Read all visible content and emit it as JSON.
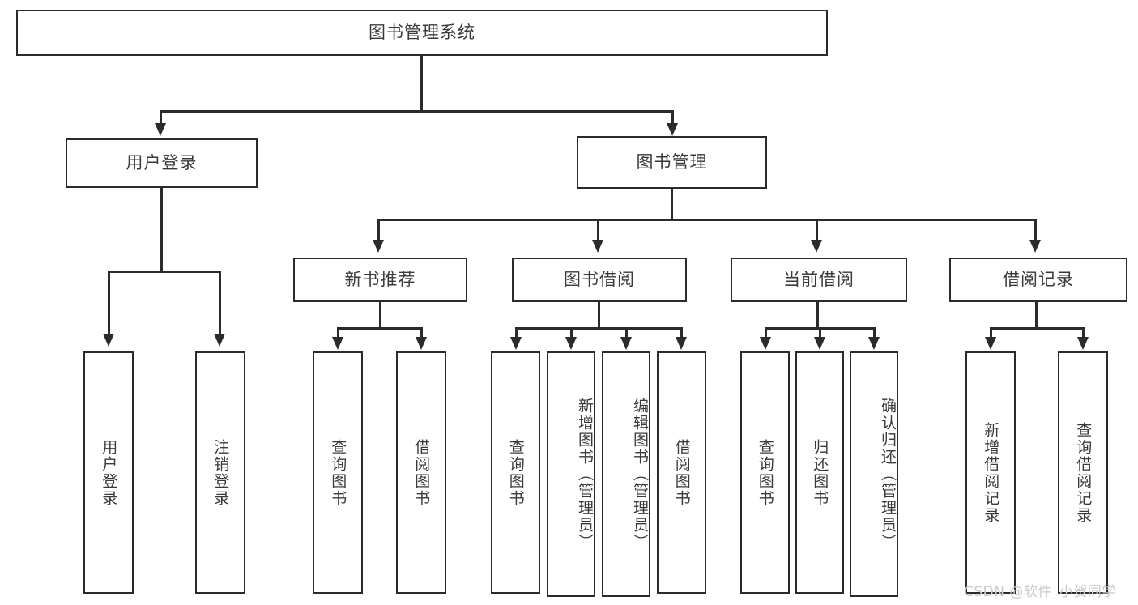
{
  "diagram": {
    "type": "tree-hierarchy-diagram",
    "title_node": {
      "label": "图书管理系统",
      "orientation": "horizontal"
    },
    "level1": [
      {
        "label": "用户登录",
        "orientation": "horizontal"
      },
      {
        "label": "图书管理",
        "orientation": "horizontal"
      }
    ],
    "level2": [
      {
        "label": "新书推荐",
        "orientation": "horizontal"
      },
      {
        "label": "图书借阅",
        "orientation": "horizontal"
      },
      {
        "label": "当前借阅",
        "orientation": "horizontal"
      },
      {
        "label": "借阅记录",
        "orientation": "horizontal"
      }
    ],
    "leaves": {
      "user_login": [
        {
          "label": "用户登录",
          "orientation": "vertical"
        },
        {
          "label": "注销登录",
          "orientation": "vertical"
        }
      ],
      "new_book_recommend": [
        {
          "label": "查询图书",
          "orientation": "vertical"
        },
        {
          "label": "借阅图书",
          "orientation": "vertical"
        }
      ],
      "book_borrow": [
        {
          "label": "查询图书",
          "orientation": "vertical"
        },
        {
          "label": "新增图书（管理员）",
          "orientation": "vertical"
        },
        {
          "label": "编辑图书（管理员）",
          "orientation": "vertical"
        },
        {
          "label": "借阅图书",
          "orientation": "vertical"
        }
      ],
      "current_borrow": [
        {
          "label": "查询图书",
          "orientation": "vertical"
        },
        {
          "label": "归还图书",
          "orientation": "vertical"
        },
        {
          "label": "确认归还（管理员）",
          "orientation": "vertical"
        }
      ],
      "borrow_record": [
        {
          "label": "新增借阅记录",
          "orientation": "vertical"
        },
        {
          "label": "查询借阅记录",
          "orientation": "vertical"
        }
      ]
    }
  },
  "watermark": {
    "text": "CSDN @软件_小贺同学"
  },
  "colors": {
    "border": "#2b2b2b",
    "text": "#3a3a3a",
    "background": "#ffffff",
    "watermark": "#c9c9c9"
  }
}
